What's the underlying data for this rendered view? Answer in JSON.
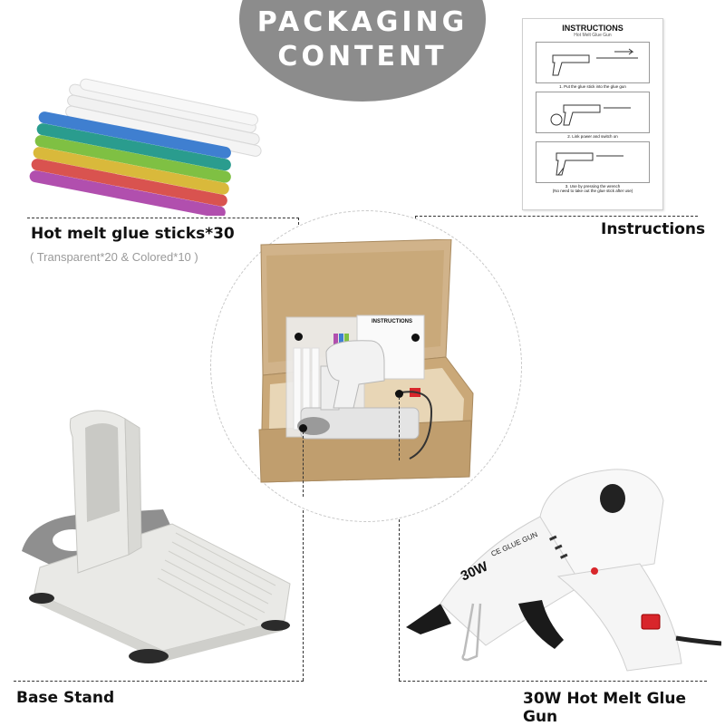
{
  "header": {
    "line1": "PACKAGING",
    "line2": "CONTENT"
  },
  "items": {
    "glue_sticks": {
      "label": "Hot melt glue sticks*30",
      "sublabel": "( Transparent*20 & Colored*10 )"
    },
    "instructions": {
      "label": "Instructions"
    },
    "base_stand": {
      "label": "Base Stand"
    },
    "glue_gun": {
      "label": "30W Hot Melt Glue Gun",
      "body_text": "30W",
      "body_brand": "CE GLUE GUN"
    }
  },
  "manual": {
    "title": "INSTRUCTIONS",
    "subtitle": "Hot Melt Glue Gun",
    "steps": [
      "1. Put the glue stick into the glue gun",
      "2. Link power and switch on",
      "3. Use by pressing the wrench",
      "(No need to take out the glue stick after use)"
    ]
  },
  "box_card": {
    "title": "INSTRUCTIONS"
  },
  "colors": {
    "header_bg": "#8c8c8c",
    "switch_red": "#d8262b",
    "cardboard": "#c9a97a",
    "stick_colors": [
      "#3f7fd0",
      "#2a9c8e",
      "#7fc043",
      "#d9b93b",
      "#d9534f",
      "#b14fae"
    ]
  }
}
